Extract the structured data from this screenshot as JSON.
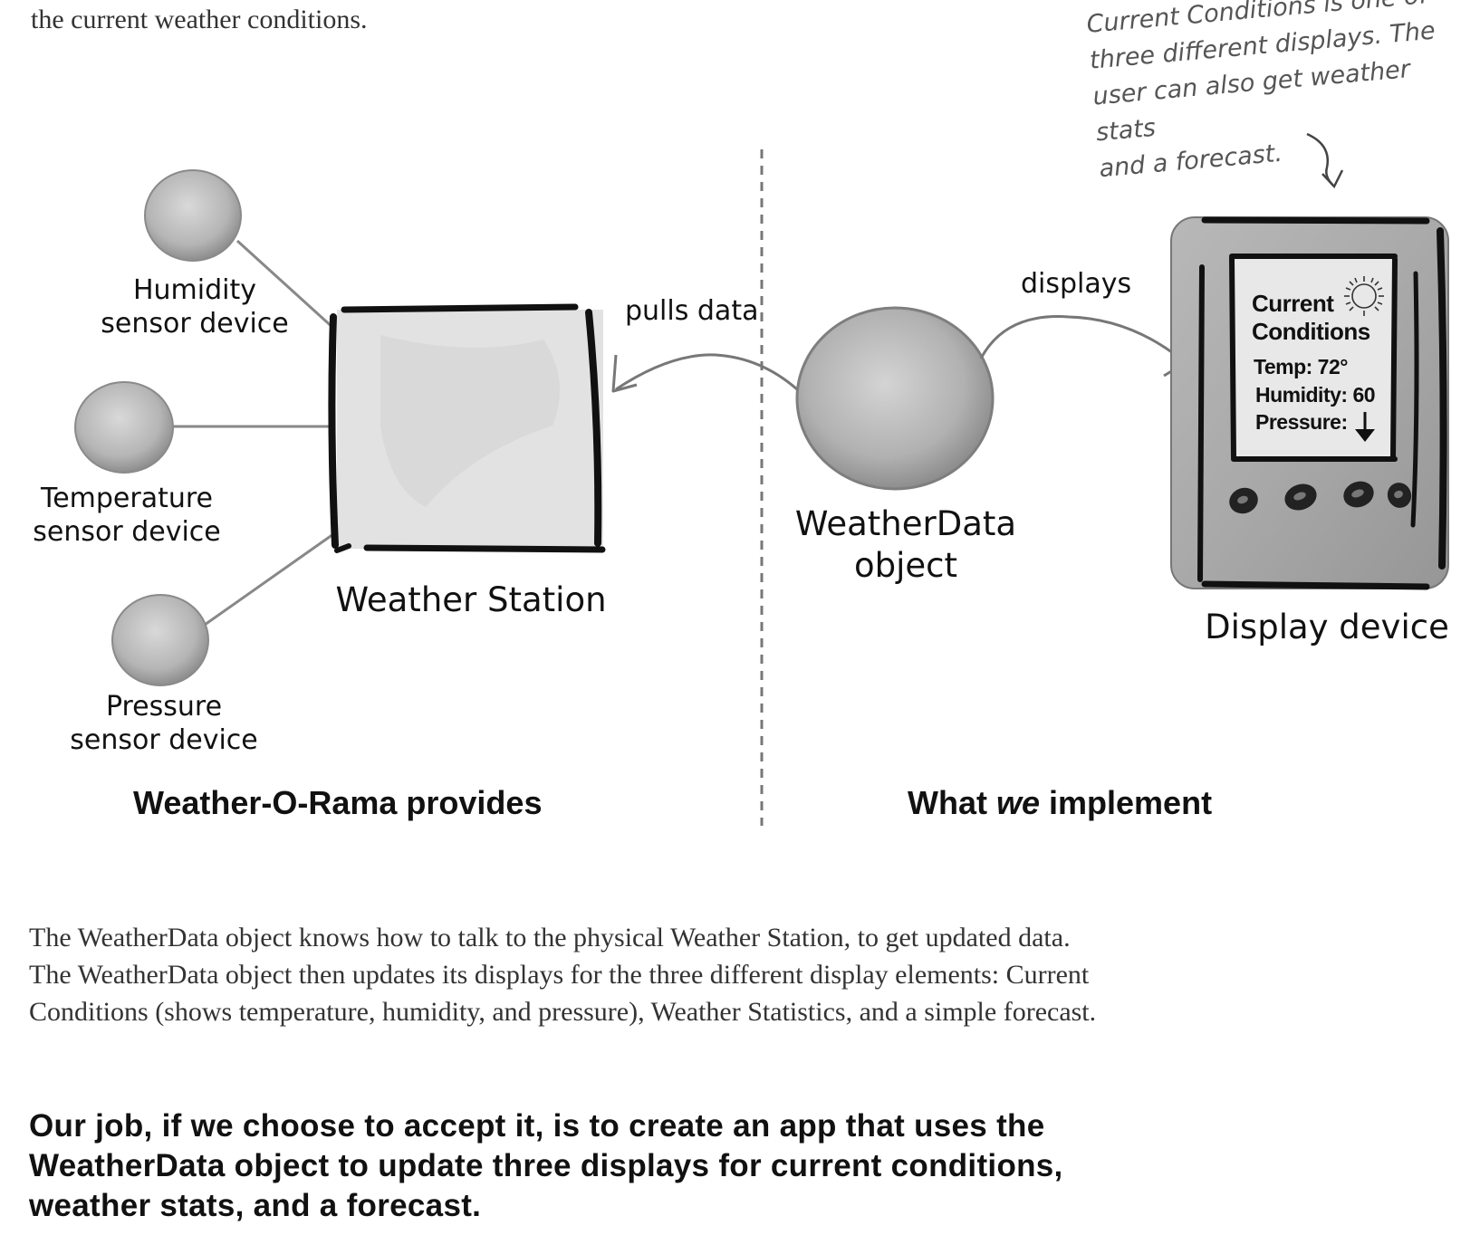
{
  "top_text": "the current weather conditions.",
  "diagram": {
    "humidity_label": [
      "Humidity",
      "sensor device"
    ],
    "temperature_label": [
      "Temperature",
      "sensor device"
    ],
    "pressure_label": [
      "Pressure",
      "sensor device"
    ],
    "station_label": "Weather Station",
    "pulls_data_label": "pulls data",
    "weatherdata_label": [
      "WeatherData",
      "object"
    ],
    "displays_label": "displays",
    "display_device_label": "Display device",
    "annotation": [
      "Current Conditions is  one of",
      "three different displays. The",
      "user can also get weather stats",
      "and a forecast."
    ],
    "screen": {
      "title": [
        "Current",
        "Conditions"
      ],
      "temp": "Temp: 72°",
      "humidity": "Humidity: 60",
      "pressure": "Pressure:"
    },
    "left_section": "Weather-O-Rama provides",
    "right_section_parts": [
      "What ",
      "we",
      " implement"
    ]
  },
  "paragraph": "The WeatherData object knows how to talk to the physical Weather Station, to get updated data. The WeatherData object then updates its displays for the three different display elements: Current Conditions (shows temperature, humidity, and pressure), Weather Statistics, and a simple forecast.",
  "job": "Our job, if we choose to accept it, is to create an app that uses the WeatherData object to update three displays for current conditions, weather stats, and a forecast.",
  "colors": {
    "line": "#777777",
    "dark": "#111111",
    "sphere": "#bdbdbd"
  }
}
